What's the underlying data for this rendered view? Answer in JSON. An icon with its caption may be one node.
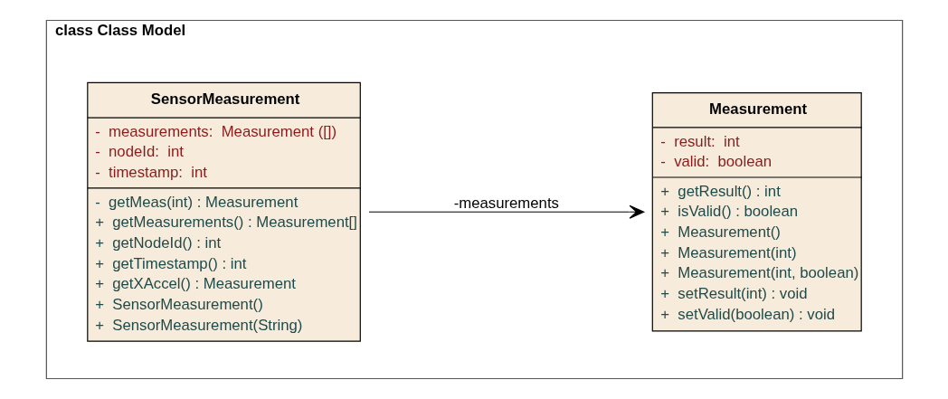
{
  "diagram": {
    "nodes": [
      {
        "text": [
          "class Class Model"
        ]
      },
      {
        "text": [
          "SensorMeasurement",
          "-  measurements:  Measurement ([])",
          "-  nodeId:  int",
          "-  timestamp:  int",
          "-  getMeas(int) : Measurement",
          "+  getMeasurements() : Measurement[]",
          "+  getNodeId() : int",
          "+  getTimestamp() : int",
          "+  getXAccel() : Measurement",
          "+  SensorMeasurement()",
          "+  SensorMeasurement(String)"
        ],
        "in": 0
      },
      {
        "text": [
          "Measurement",
          "-  result:  int",
          "-  valid:  boolean",
          "+  getResult() : int",
          "+  isValid() : boolean",
          "+  Measurement()",
          "+  Measurement(int)",
          "+  Measurement(int, boolean)",
          "+  setResult(int) : void",
          "+  setValid(boolean) : void"
        ],
        "in": 0
      }
    ],
    "edges": [
      {
        "from": 1,
        "to": 2,
        "arrow": "to",
        "label": "-measurements"
      }
    ]
  }
}
